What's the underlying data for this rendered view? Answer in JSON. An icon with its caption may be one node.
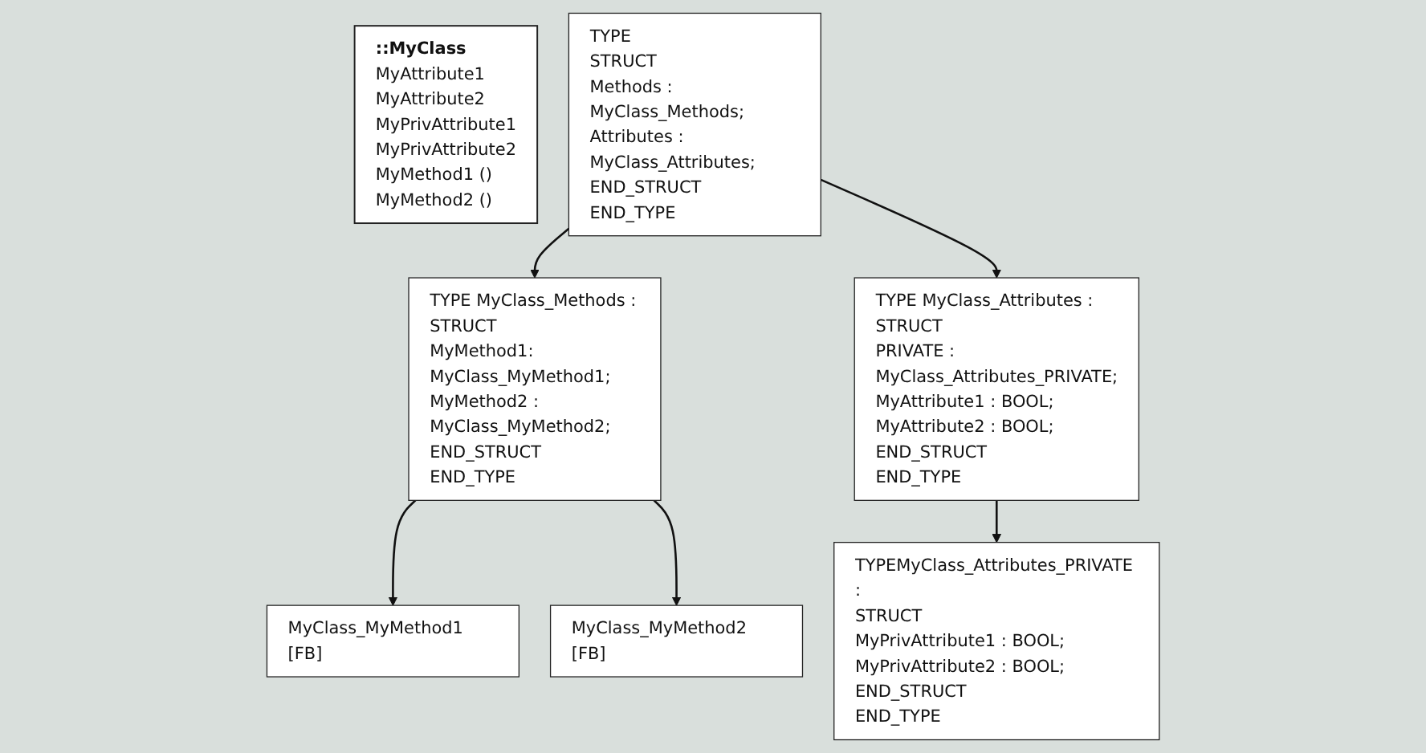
{
  "diagram": {
    "nodes": [
      {
        "text": [
          "::MyClass",
          "MyAttribute1",
          "MyAttribute2",
          "MyPrivAttribute1",
          "MyPrivAttribute2",
          "MyMethod1 ()",
          "MyMethod2 ()"
        ]
      },
      {
        "text": [
          "TYPE",
          "STRUCT",
          "Methods : MyClass_Methods;",
          "Attributes : MyClass_Attributes;",
          "END_STRUCT",
          "END_TYPE"
        ]
      },
      {
        "text": [
          "TYPE MyClass_Methods :",
          "STRUCT",
          "MyMethod1: MyClass_MyMethod1;",
          "MyMethod2 : MyClass_MyMethod2;",
          "END_STRUCT",
          "END_TYPE"
        ]
      },
      {
        "text": [
          "TYPE MyClass_Attributes :",
          "STRUCT",
          "PRIVATE : MyClass_Attributes_PRIVATE;",
          "MyAttribute1 : BOOL;",
          "MyAttribute2 : BOOL;",
          "END_STRUCT",
          "END_TYPE"
        ]
      },
      {
        "text": [
          "MyClass_MyMethod2 [FB]"
        ]
      },
      {
        "text": [
          "MyClass_MyMethod1 [FB]"
        ]
      },
      {
        "text": [
          "TYPEMyClass_Attributes_PRIVATE :",
          "STRUCT",
          "MyPrivAttribute1 : BOOL;",
          "MyPrivAttribute2 : BOOL;",
          "END_STRUCT",
          "END_TYPE"
        ]
      }
    ],
    "edges": [
      {
        "from": 1,
        "to": 2,
        "arrow": "to"
      },
      {
        "from": 1,
        "to": 3,
        "arrow": "to"
      },
      {
        "from": 2,
        "to": 5,
        "arrow": "to"
      },
      {
        "from": 2,
        "to": 4,
        "arrow": "to"
      },
      {
        "from": 3,
        "to": 6,
        "arrow": "to"
      }
    ]
  }
}
